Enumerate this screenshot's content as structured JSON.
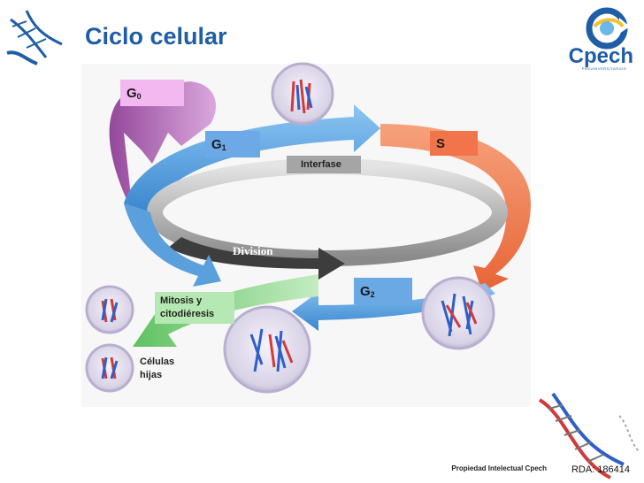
{
  "slide": {
    "title": "Ciclo celular"
  },
  "phases": {
    "g0": {
      "main": "G",
      "sub": "0"
    },
    "g1": {
      "main": "G",
      "sub": "1"
    },
    "s": {
      "main": "S"
    },
    "g2": {
      "main": "G",
      "sub": "2"
    }
  },
  "labels": {
    "interfase": "Interfase",
    "division": "Division",
    "mitosis_line1": "Mitosis y",
    "mitosis_line2": "citodiéresis",
    "hijas_line1": "Células",
    "hijas_line2": "hijas"
  },
  "logo": {
    "text": "Cpech",
    "tagline": "PREUNIVERSITARIOS"
  },
  "footer": {
    "rights": "Propiedad Intelectual Cpech",
    "rda": "RDA: 186414"
  },
  "colors": {
    "title": "#1f5da6",
    "g0": "#b05ab4",
    "g1": "#4a95d8",
    "s": "#ef7a4c",
    "g2": "#4a95d8",
    "mitosis": "#7ed17e",
    "interfase_ring": "#9e9e9e",
    "division_arrow": "#444444"
  }
}
